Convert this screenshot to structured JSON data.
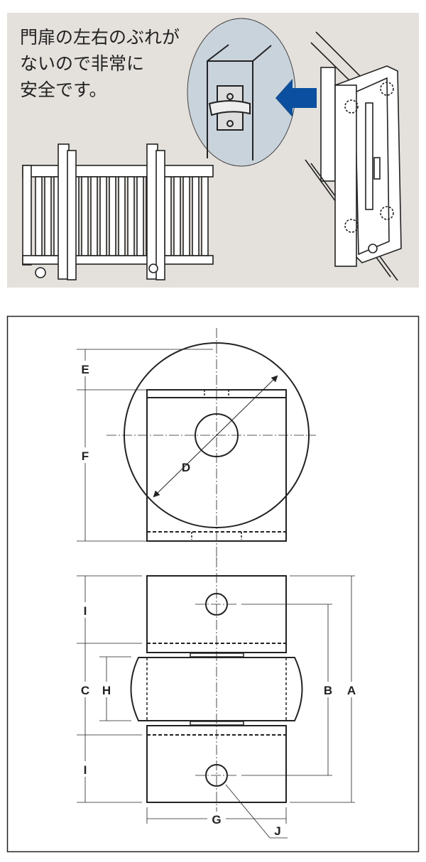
{
  "caption": {
    "lines": [
      "門扉の左右のぶれが",
      "ないので非常に",
      "安全です。"
    ]
  },
  "colors": {
    "panel_bg": "#e4e0dc",
    "detail_circle": "#c9d3db",
    "arrow": "#0a4fa0",
    "line": "#222222"
  },
  "dimensions": {
    "A": "A",
    "B": "B",
    "C": "C",
    "D": "D",
    "E": "E",
    "F": "F",
    "G": "G",
    "H": "H",
    "I_top": "I",
    "I_bottom": "I",
    "J": "J"
  }
}
